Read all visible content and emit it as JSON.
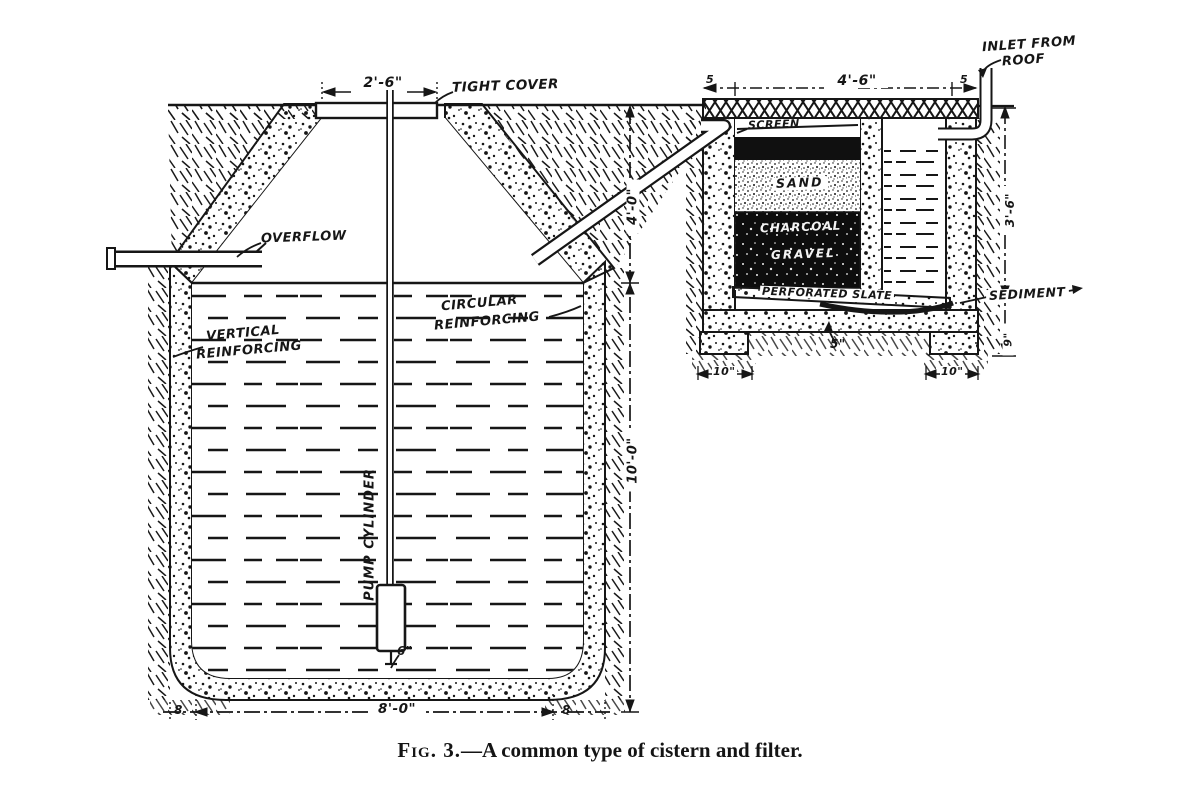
{
  "figure": {
    "caption_prefix": "Fig. 3.",
    "caption_rest": "—A common type of cistern and filter."
  },
  "labels": {
    "tight_cover": "TIGHT COVER",
    "inlet_from_roof_line1": "INLET FROM",
    "inlet_from_roof_line2": "ROOF",
    "screen": "SCREEN",
    "sand": "SAND",
    "charcoal": "CHARCOAL",
    "gravel": "GRAVEL",
    "perforated_slate": "PERFORATED SLATE",
    "sediment": "SEDIMENT",
    "overflow": "OVERFLOW",
    "vertical_reinforcing_line1": "VERTICAL",
    "vertical_reinforcing_line2": "REINFORCING",
    "circular_reinforcing_line1": "CIRCULAR",
    "circular_reinforcing_line2": "REINFORCING",
    "pump_cylinder": "PUMP CYLINDER"
  },
  "dimensions": {
    "manhole_width": "2'-6\"",
    "filter_width": "4'-6\"",
    "filter_wall_left": "5",
    "filter_wall_right": "5",
    "depth_to_water": "4'-0\"",
    "water_depth": "10'-0\"",
    "cistern_inside_width": "8'-0\"",
    "cistern_wall_left": "8",
    "cistern_wall_right": "8",
    "pump_clearance": "6\"",
    "filter_floor_slab": "5\"",
    "footing_left": "10\"",
    "footing_right": "10\"",
    "filter_depth": "3'-6\"",
    "filter_footing_depth": "9\""
  },
  "colors": {
    "ink": "#161616",
    "paper": "#ffffff"
  }
}
